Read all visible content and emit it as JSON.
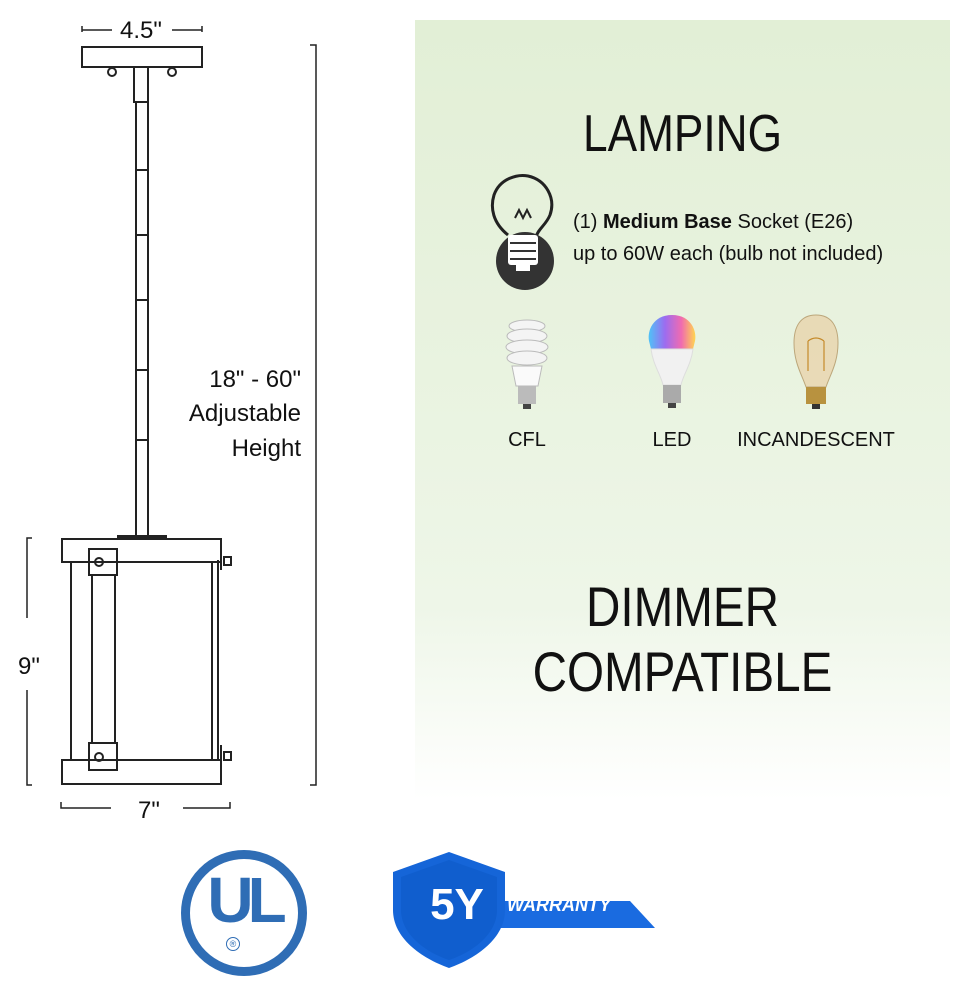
{
  "dimensions": {
    "canopy_width": "4.5\"",
    "height_range": "18\" - 60\"",
    "height_label_1": "Adjustable",
    "height_label_2": "Height",
    "shade_height": "9\"",
    "shade_width": "7\""
  },
  "lamping": {
    "title": "LAMPING",
    "line1_prefix": "(1) ",
    "line1_bold": "Medium Base",
    "line1_suffix": " Socket (E26)",
    "line2": "up to 60W each (bulb not included)",
    "bulbs": [
      {
        "label": "CFL"
      },
      {
        "label": "LED"
      },
      {
        "label": "INCANDESCENT"
      }
    ]
  },
  "dimmer": {
    "line1": "DIMMER",
    "line2": "COMPATIBLE"
  },
  "badges": {
    "ul_text": "UL",
    "warranty_years": "5Y",
    "warranty_label": "WARRANTY",
    "brand_blue": "#2f6db5",
    "warranty_blue": "#1565d8"
  }
}
